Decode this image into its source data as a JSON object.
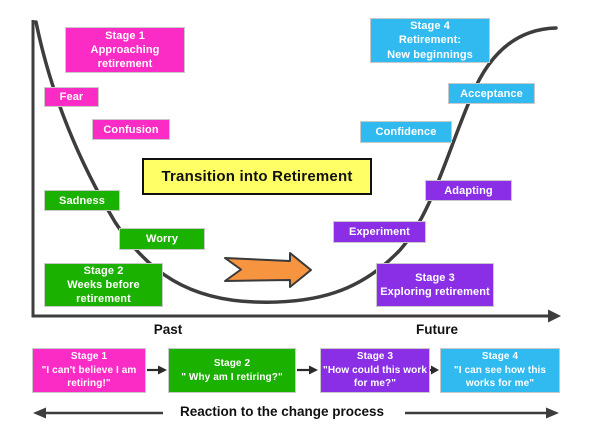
{
  "chart": {
    "title": "Transition into Retirement",
    "axis": {
      "past": "Past",
      "future": "Future"
    },
    "stages": {
      "stage1": "Stage 1\nApproaching\nretirement",
      "stage2": "Stage 2\nWeeks before\nretirement",
      "stage3": "Stage 3\nExploring retirement",
      "stage4": "Stage 4\nRetirement:\nNew beginnings"
    },
    "emotions": {
      "fear": "Fear",
      "confusion": "Confusion",
      "sadness": "Sadness",
      "worry": "Worry",
      "experiment": "Experiment",
      "adapting": "Adapting",
      "confidence": "Confidence",
      "acceptance": "Acceptance"
    }
  },
  "process": {
    "caption": "Reaction to the change process",
    "steps": [
      {
        "text": "Stage 1\n\"I can't believe I am\nretiring!\""
      },
      {
        "text": "Stage 2\n\" Why am I retiring?\""
      },
      {
        "text": "Stage 3\n\"How could this work\nfor me?\""
      },
      {
        "text": "Stage 4\n\"I can see how this\nworks for me\""
      }
    ]
  },
  "colors": {
    "stage1": "#FB2BC5",
    "stage2": "#1BB100",
    "stage3": "#8A2FE5",
    "stage4": "#30BAF0",
    "title_bg": "#FFFF66",
    "arrow": "#F79440",
    "line": "#3D3D3D"
  }
}
